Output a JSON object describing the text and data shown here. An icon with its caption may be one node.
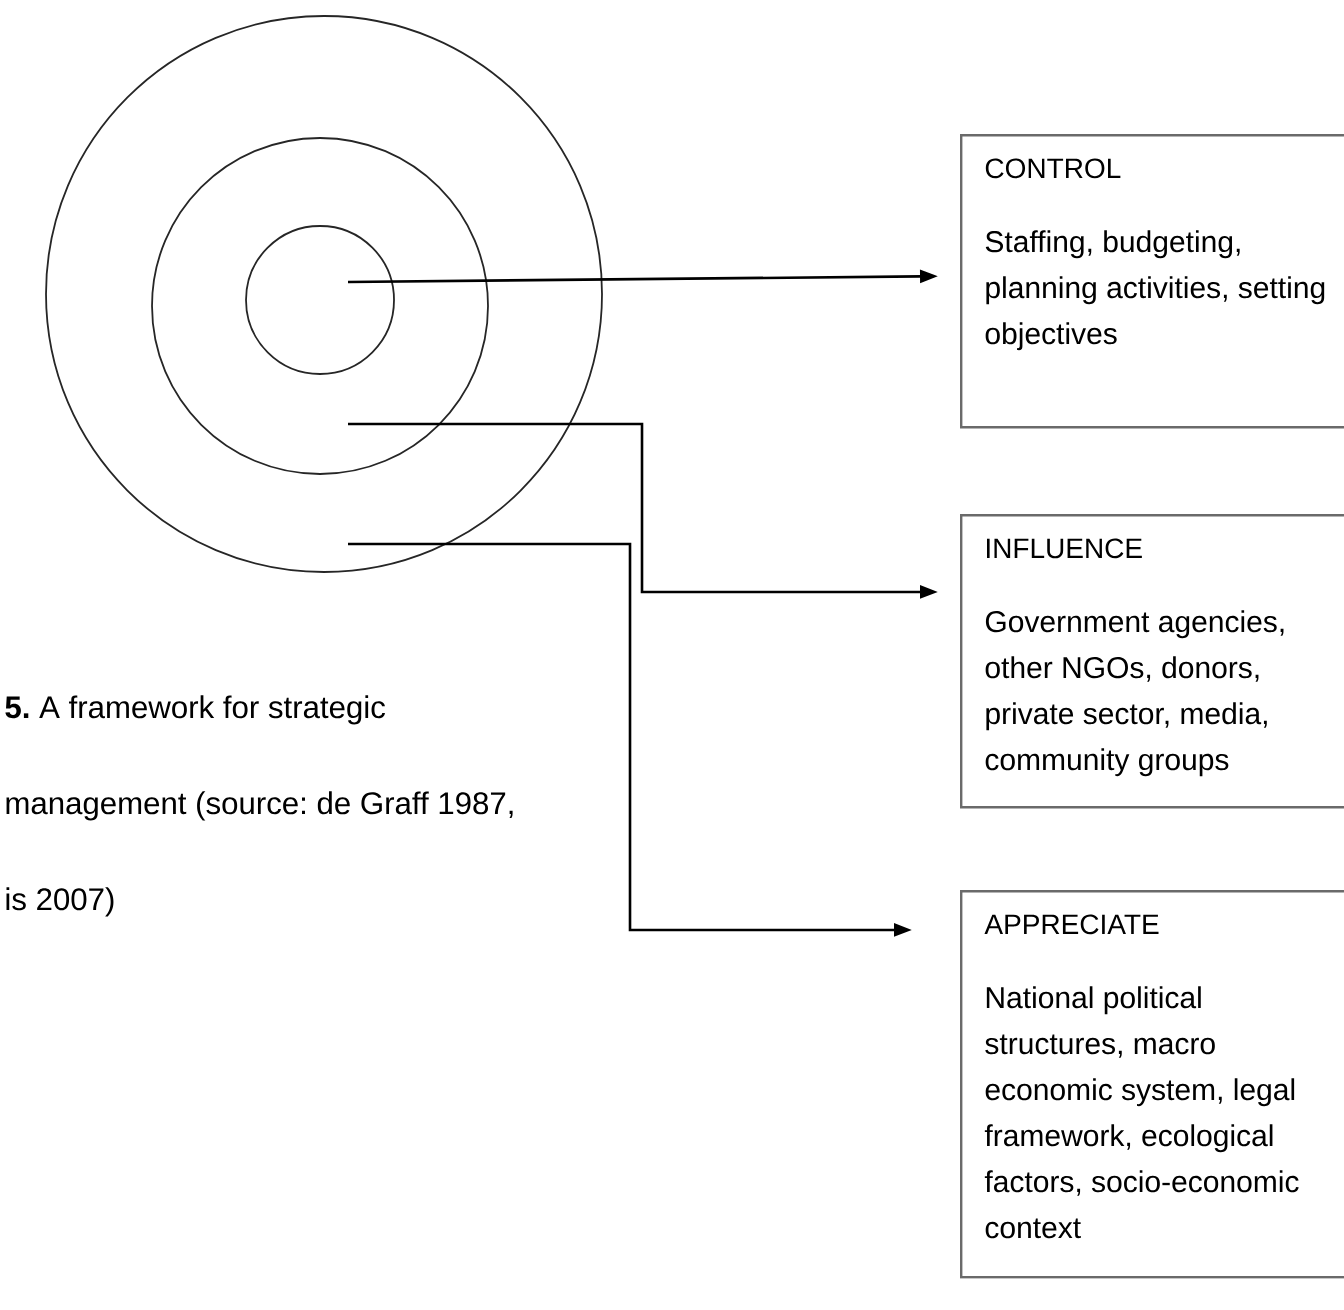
{
  "diagram": {
    "caption": "**5.** A framework for strategic management (source: de Graff 1987, is 2007)",
    "nodes": [
      {
        "text": [],
        "shape": "circle"
      },
      {
        "text": [],
        "shape": "circle",
        "in": 0
      },
      {
        "text": [],
        "shape": "circle",
        "in": 1
      },
      {
        "text": [
          "CONTROL",
          "Staffing, budgeting, planning activities, setting objectives"
        ]
      },
      {
        "text": [
          "INFLUENCE",
          "Government agencies, other NGOs, donors, private sector, media, community groups"
        ]
      },
      {
        "text": [
          "APPRECIATE",
          "National political structures, macro economic system, legal framework, ecological factors, socio-economic context"
        ]
      }
    ],
    "edges": [
      {
        "from": 2,
        "to": 3,
        "arrow": "to"
      },
      {
        "from": 1,
        "to": 4,
        "arrow": "to"
      },
      {
        "from": 0,
        "to": 5,
        "arrow": "to"
      }
    ]
  }
}
